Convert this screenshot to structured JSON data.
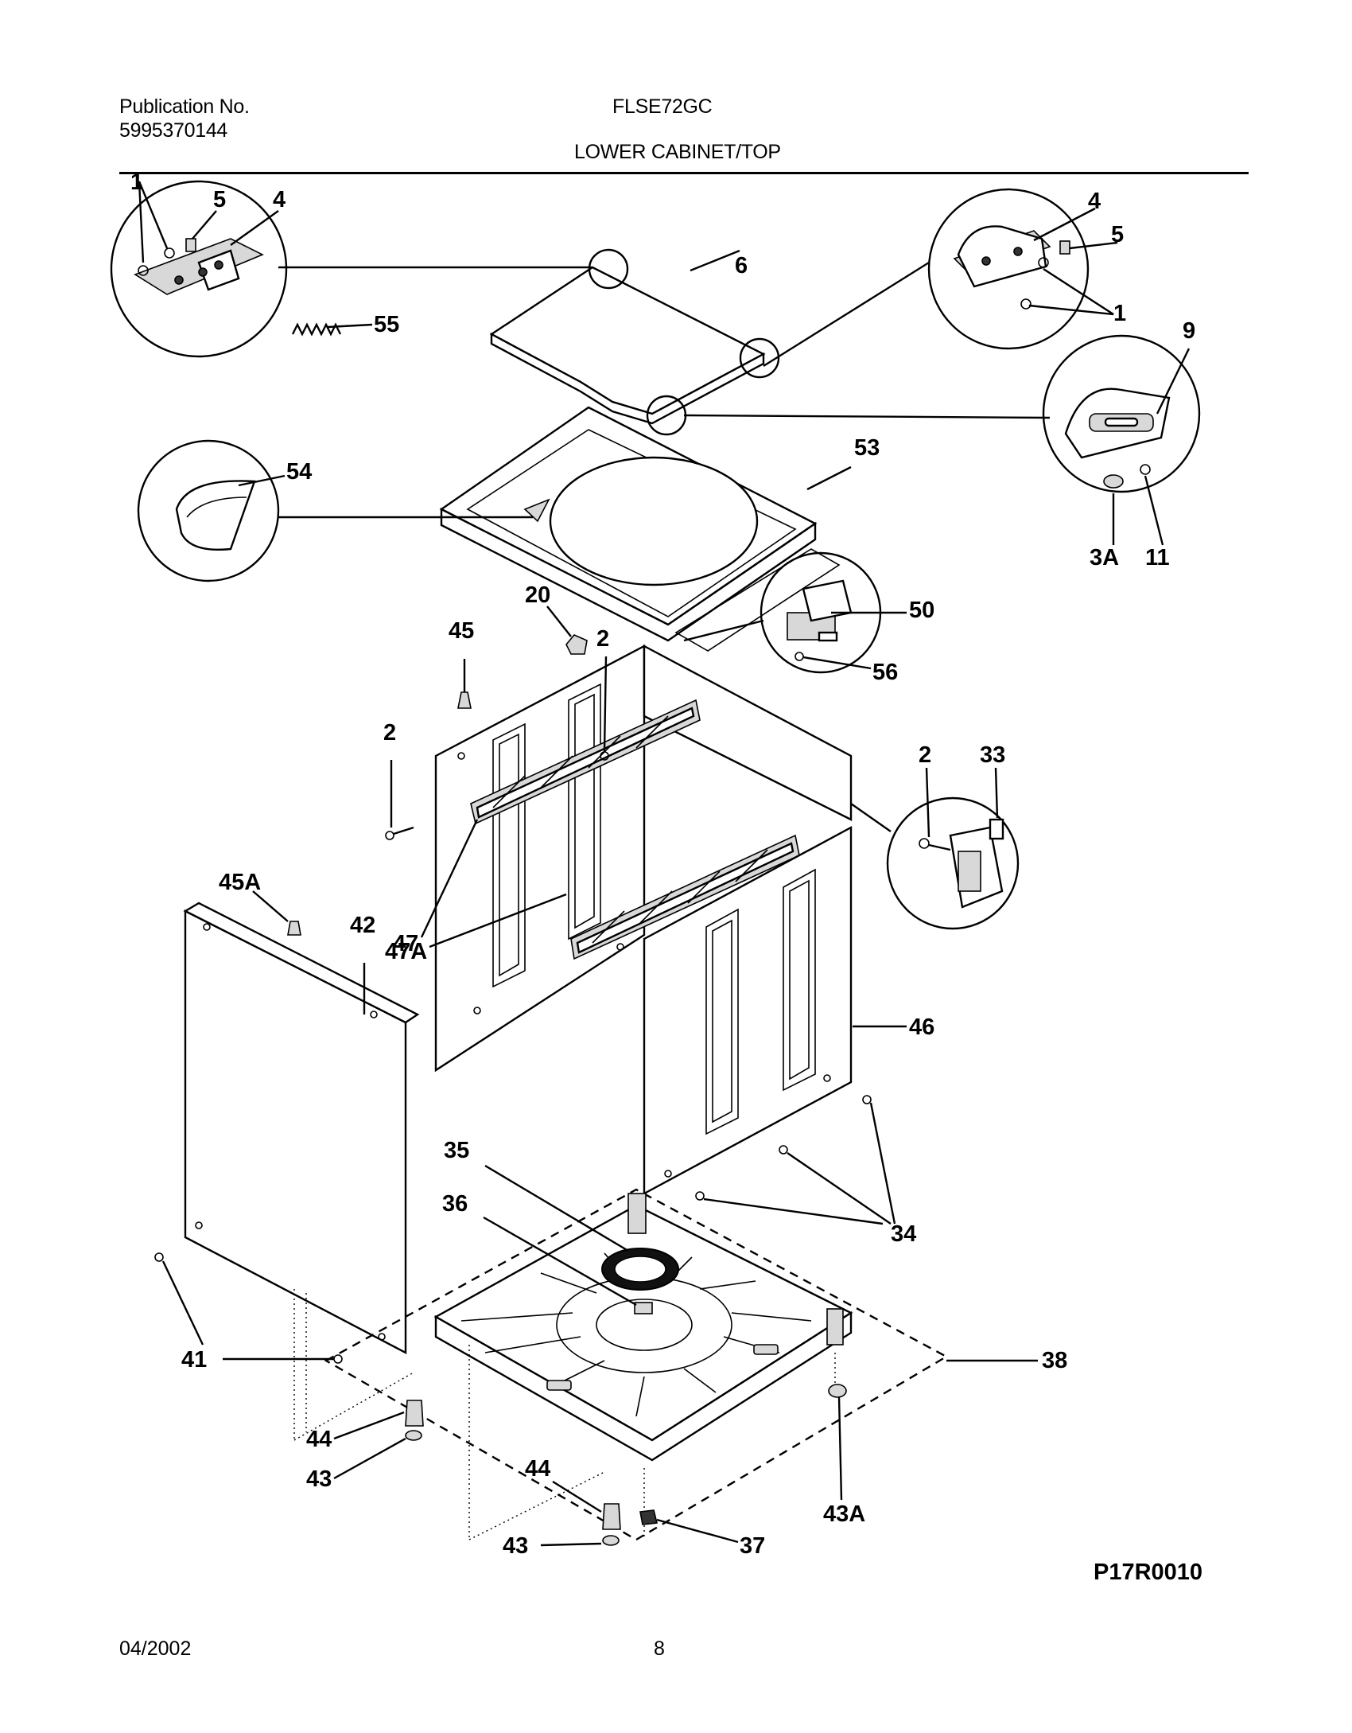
{
  "header": {
    "publication_label": "Publication No.",
    "publication_number": "5995370144",
    "model": "FLSE72GC",
    "section_title": "LOWER CABINET/TOP"
  },
  "diagram": {
    "drawing_code": "P17R0010",
    "callouts": {
      "c1a": "1",
      "c5a": "5",
      "c4a": "4",
      "c55": "55",
      "c4b": "4",
      "c5b": "5",
      "c1b": "1",
      "c6": "6",
      "c9": "9",
      "c53": "53",
      "c3a": "3A",
      "c11": "11",
      "c54": "54",
      "c20": "20",
      "c2a": "2",
      "c45": "45",
      "c50": "50",
      "c56": "56",
      "c2b": "2",
      "c2c": "2",
      "c33": "33",
      "c47a": "47A",
      "c45a": "45A",
      "c42": "42",
      "c47": "47",
      "c46": "46",
      "c35": "35",
      "c36": "36",
      "c34": "34",
      "c41": "41",
      "c38": "38",
      "c44a": "44",
      "c43a": "43",
      "c44b": "44",
      "c43b": "43",
      "c37": "37",
      "c43A": "43A"
    }
  },
  "footer": {
    "date": "04/2002",
    "page_number": "8"
  }
}
